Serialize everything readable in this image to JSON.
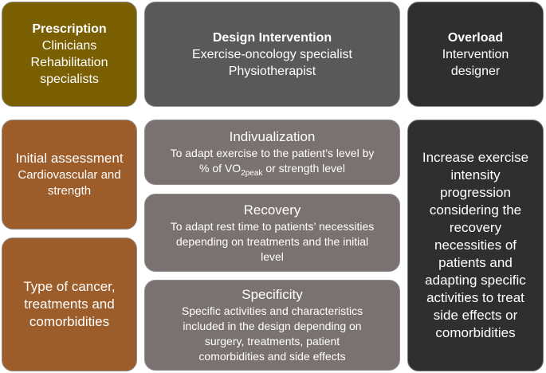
{
  "columns": {
    "prescription": {
      "heading": "Prescription",
      "lines": [
        "Clinicians",
        "Rehabilitation",
        "specialists"
      ]
    },
    "design": {
      "heading": "Design Intervention",
      "lines": [
        "Exercise-oncology specialist",
        "Physiotherapist"
      ]
    },
    "overload": {
      "heading": "Overload",
      "lines": [
        "Intervention",
        "designer"
      ]
    }
  },
  "assessment": {
    "title": "Initial assessment",
    "lines": [
      "Cardiovascular and",
      "strength"
    ]
  },
  "cancer": {
    "lines": [
      "Type of cancer,",
      "treatments and",
      "comorbidities"
    ]
  },
  "individualization": {
    "title": "Indivualization",
    "line1": "To adapt exercise to the patient’s level by",
    "line2_pre": "% of VO",
    "line2_sub": "2peak",
    "line2_post": " or strength level"
  },
  "recovery": {
    "title": "Recovery",
    "lines": [
      "To adapt rest time to patients’ necessities",
      "depending on treatments and the initial",
      "level"
    ]
  },
  "specificity": {
    "title": "Specificity",
    "lines": [
      "Specific activities and characteristics",
      "included in the design depending on",
      "surgery, treatments, patient",
      "comorbidities and side effects"
    ]
  },
  "overload_detail": {
    "lines": [
      "Increase exercise",
      "intensity",
      "progression",
      "considering the",
      "recovery",
      "necessities of",
      "patients and",
      "adapting specific",
      "activities to treat",
      "side effects or",
      "comorbidities"
    ]
  },
  "colors": {
    "olive": "#7a5f03",
    "dark_grey": "#595959",
    "near_black": "#2f2f2f",
    "brown": "#9c5d2a",
    "grey": "#7a7271"
  }
}
